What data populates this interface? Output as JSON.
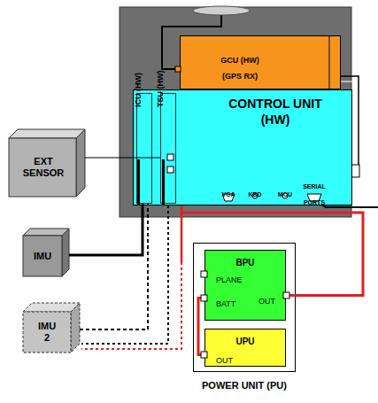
{
  "diagram": {
    "nodes": [
      {
        "text": [
          "GCU (HW) (GPS RX)"
        ]
      },
      {
        "text": [
          "CONTROL UNIT (HW)"
        ]
      },
      {
        "text": [
          "ICU (HW)"
        ],
        "in": 1
      },
      {
        "text": [
          "TSU (HW)"
        ],
        "in": 1
      },
      {
        "text": [
          "EXT SENSOR"
        ]
      },
      {
        "text": [
          "IMU"
        ]
      },
      {
        "text": [
          "IMU 2"
        ]
      },
      {
        "text": [
          "POWER UNIT (PU)"
        ]
      },
      {
        "text": [
          "BPU",
          "PLANE",
          "BATT",
          "OUT"
        ],
        "in": 7
      },
      {
        "text": [
          "UPU",
          "OUT"
        ],
        "in": 7
      }
    ],
    "edges": [
      {
        "from": 4,
        "to": 3,
        "arrow": "none"
      },
      {
        "from": 5,
        "to": 2,
        "arrow": "none"
      },
      {
        "from": 6,
        "to": 2,
        "arrow": "none"
      },
      {
        "from": 9,
        "to": 8,
        "arrow": "none"
      },
      {
        "from": 8,
        "to": 1,
        "arrow": "none"
      }
    ],
    "labels": [
      "VGA",
      "KBD",
      "MOU",
      "SERIAL PORTS"
    ]
  }
}
